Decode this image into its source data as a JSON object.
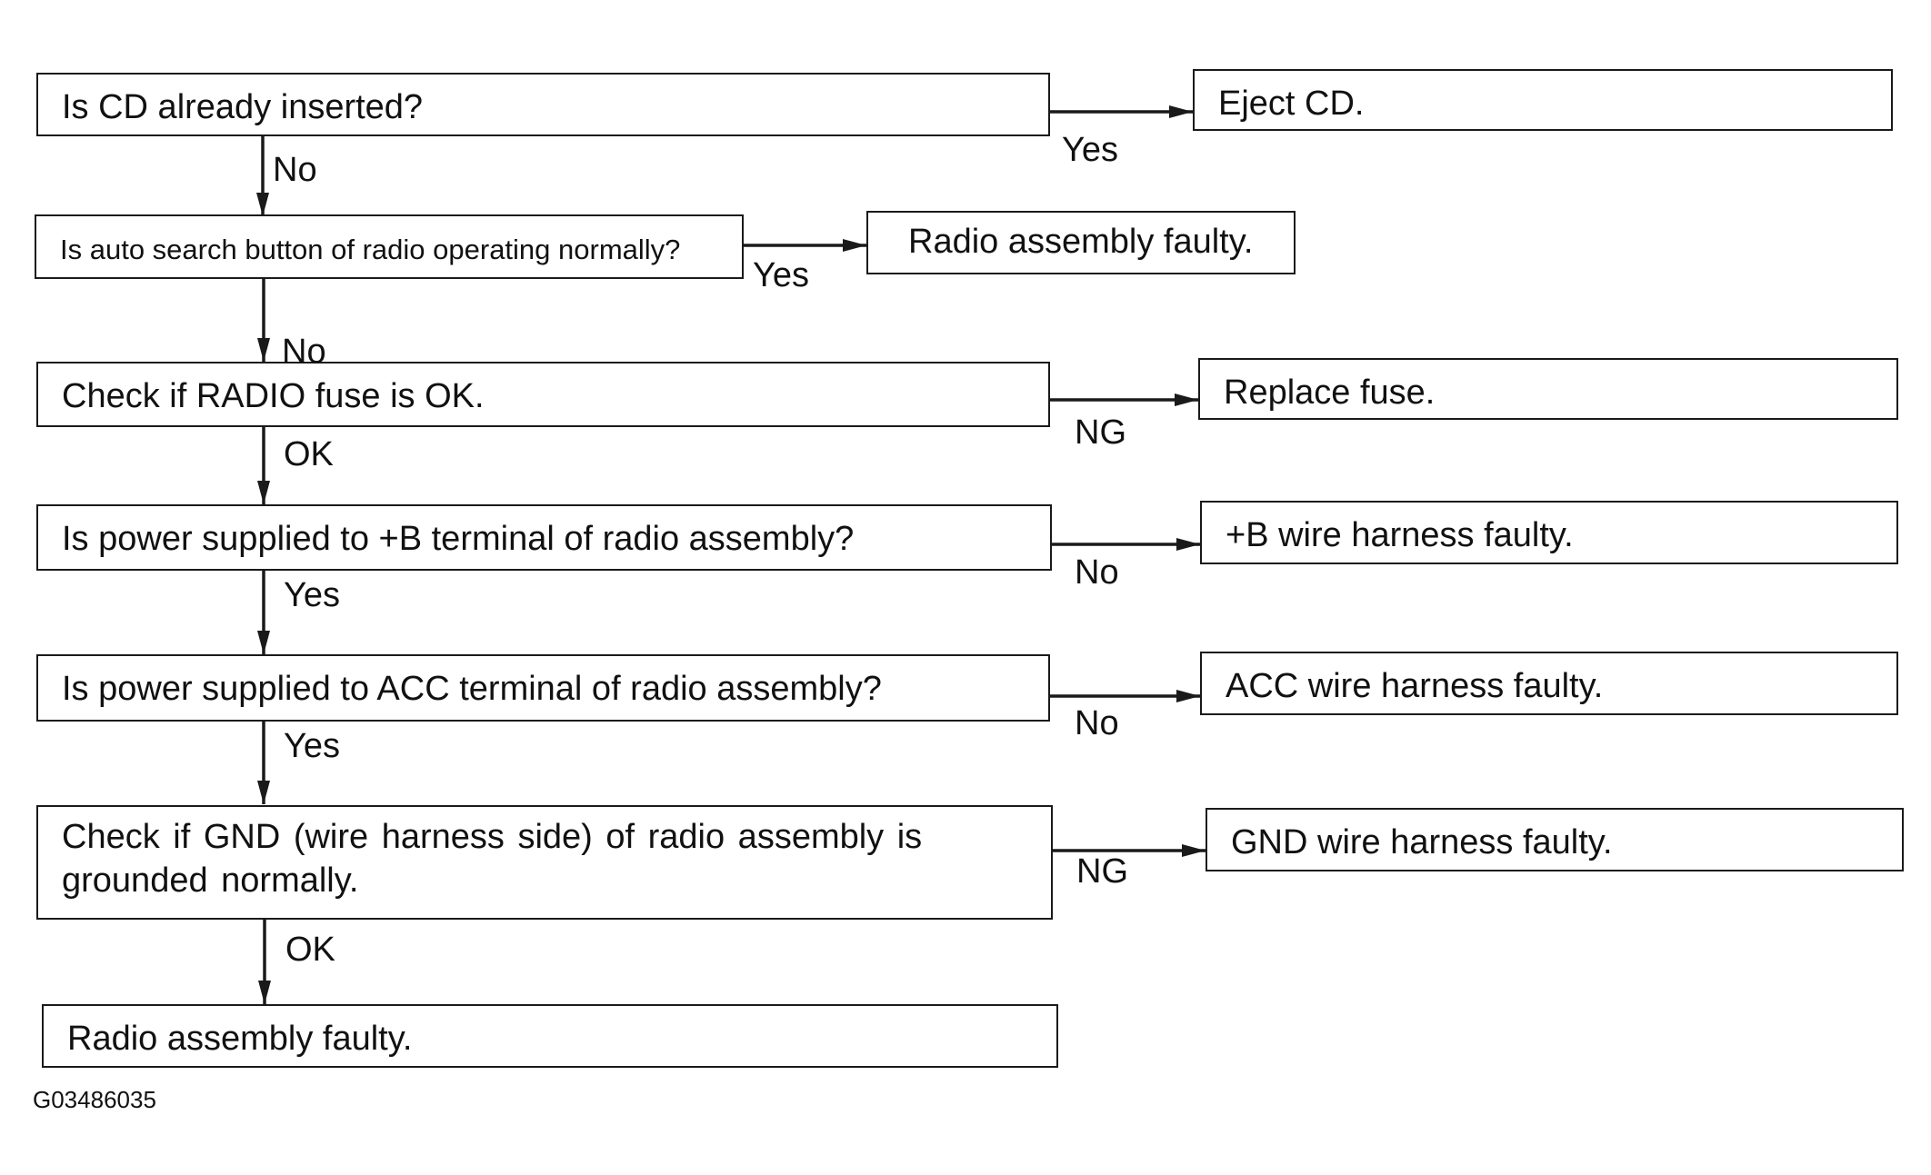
{
  "steps": [
    {
      "question": "Is CD already inserted?",
      "side_label": "Yes",
      "side_result": "Eject CD.",
      "down_label": "No"
    },
    {
      "question": "Is auto search button of radio operating normally?",
      "side_label": "Yes",
      "side_result": "Radio assembly faulty.",
      "down_label": "No"
    },
    {
      "question": "Check if RADIO fuse is OK.",
      "side_label": "NG",
      "side_result": "Replace fuse.",
      "down_label": "OK"
    },
    {
      "question": "Is power supplied to +B terminal of radio assembly?",
      "side_label": "No",
      "side_result": "+B wire harness faulty.",
      "down_label": "Yes"
    },
    {
      "question": "Is power supplied to ACC terminal of radio assembly?",
      "side_label": "No",
      "side_result": "ACC wire harness faulty.",
      "down_label": "Yes"
    },
    {
      "question": "Check if GND (wire harness side) of radio assembly is grounded normally.",
      "side_label": "NG",
      "side_result": "GND wire harness faulty.",
      "down_label": "OK"
    }
  ],
  "final_result": "Radio assembly faulty.",
  "figure_code": "G03486035",
  "colors": {
    "line": "#1a1a1a",
    "background": "#ffffff"
  }
}
